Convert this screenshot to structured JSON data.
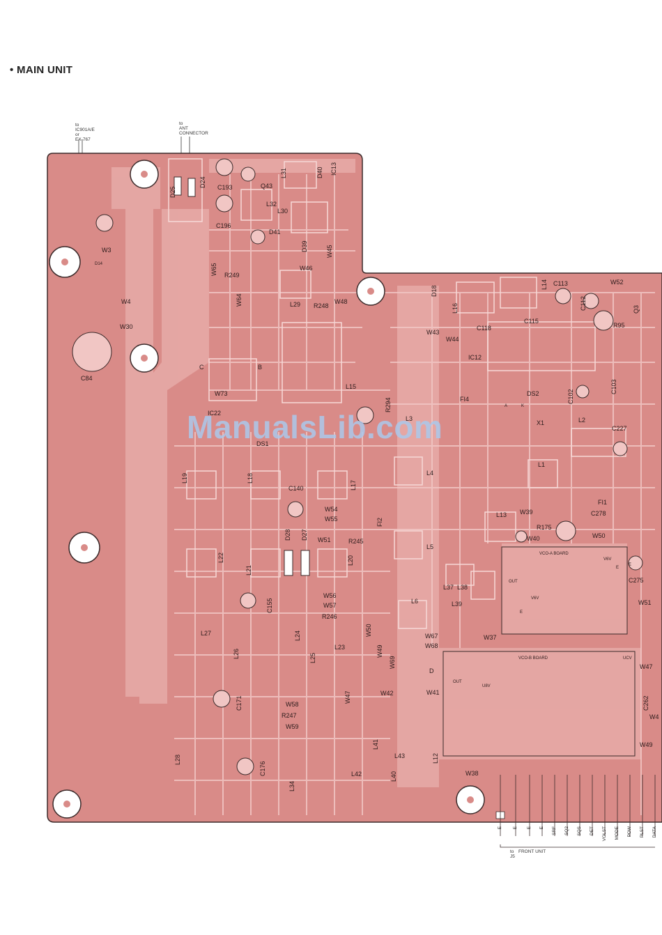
{
  "title": "• MAIN UNIT",
  "notes": {
    "ic_note": [
      "to",
      "IC901A/E",
      "or",
      "EX-767"
    ],
    "ant_note": [
      "to",
      "ANT",
      "CONNECTOR"
    ],
    "front_note": [
      "to",
      "J5",
      "FRONT UNIT"
    ]
  },
  "watermark": "ManualsLib.com",
  "components": [
    {
      "id": "c1",
      "text": "W3"
    },
    {
      "id": "c2",
      "text": "D14"
    },
    {
      "id": "c3",
      "text": "W4"
    },
    {
      "id": "c4",
      "text": "W30"
    },
    {
      "id": "c5",
      "text": "C84"
    },
    {
      "id": "c6",
      "text": "D25"
    },
    {
      "id": "c7",
      "text": "D24"
    },
    {
      "id": "c8",
      "text": "C193"
    },
    {
      "id": "c9",
      "text": "Q43"
    },
    {
      "id": "c10",
      "text": "L31"
    },
    {
      "id": "c11",
      "text": "D40"
    },
    {
      "id": "c12",
      "text": "IC13"
    },
    {
      "id": "c13",
      "text": "C196"
    },
    {
      "id": "c14",
      "text": "L32"
    },
    {
      "id": "c15",
      "text": "L30"
    },
    {
      "id": "c16",
      "text": "D41"
    },
    {
      "id": "c17",
      "text": "W65"
    },
    {
      "id": "c18",
      "text": "R249"
    },
    {
      "id": "c19",
      "text": "D39"
    },
    {
      "id": "c20",
      "text": "W45"
    },
    {
      "id": "c21",
      "text": "W46"
    },
    {
      "id": "c22",
      "text": "W64"
    },
    {
      "id": "c23",
      "text": "L29"
    },
    {
      "id": "c24",
      "text": "R248"
    },
    {
      "id": "c25",
      "text": "W48"
    },
    {
      "id": "c26",
      "text": "C"
    },
    {
      "id": "c27",
      "text": "B"
    },
    {
      "id": "c28",
      "text": "W73"
    },
    {
      "id": "c29",
      "text": "L15"
    },
    {
      "id": "c30",
      "text": "IC22"
    },
    {
      "id": "c31",
      "text": "R294"
    },
    {
      "id": "c32",
      "text": "L3"
    },
    {
      "id": "c33",
      "text": "DS1"
    },
    {
      "id": "c34",
      "text": "L19"
    },
    {
      "id": "c35",
      "text": "L18"
    },
    {
      "id": "c36",
      "text": "C140"
    },
    {
      "id": "c37",
      "text": "L17"
    },
    {
      "id": "c38",
      "text": "L4"
    },
    {
      "id": "c39",
      "text": "W54"
    },
    {
      "id": "c40",
      "text": "W55"
    },
    {
      "id": "c41",
      "text": "D28"
    },
    {
      "id": "c42",
      "text": "D27"
    },
    {
      "id": "c43",
      "text": "W51"
    },
    {
      "id": "c44",
      "text": "R245"
    },
    {
      "id": "c45",
      "text": "FI2"
    },
    {
      "id": "c46",
      "text": "L5"
    },
    {
      "id": "c47",
      "text": "L22"
    },
    {
      "id": "c48",
      "text": "L21"
    },
    {
      "id": "c49",
      "text": "L20"
    },
    {
      "id": "c50",
      "text": "C155"
    },
    {
      "id": "c51",
      "text": "W56"
    },
    {
      "id": "c52",
      "text": "W57"
    },
    {
      "id": "c53",
      "text": "R246"
    },
    {
      "id": "c54",
      "text": "L6"
    },
    {
      "id": "c55",
      "text": "L27"
    },
    {
      "id": "c56",
      "text": "L26"
    },
    {
      "id": "c57",
      "text": "L24"
    },
    {
      "id": "c58",
      "text": "L25"
    },
    {
      "id": "c59",
      "text": "L23"
    },
    {
      "id": "c60",
      "text": "W50"
    },
    {
      "id": "c61",
      "text": "W49"
    },
    {
      "id": "c62",
      "text": "W69"
    },
    {
      "id": "c63",
      "text": "W67"
    },
    {
      "id": "c64",
      "text": "W68"
    },
    {
      "id": "c65",
      "text": "D"
    },
    {
      "id": "c66",
      "text": "W42"
    },
    {
      "id": "c67",
      "text": "W41"
    },
    {
      "id": "c68",
      "text": "C171"
    },
    {
      "id": "c69",
      "text": "W58"
    },
    {
      "id": "c70",
      "text": "R247"
    },
    {
      "id": "c71",
      "text": "W59"
    },
    {
      "id": "c72",
      "text": "W47"
    },
    {
      "id": "c73",
      "text": "L28"
    },
    {
      "id": "c74",
      "text": "C176"
    },
    {
      "id": "c75",
      "text": "L34"
    },
    {
      "id": "c76",
      "text": "L41"
    },
    {
      "id": "c77",
      "text": "L42"
    },
    {
      "id": "c78",
      "text": "L43"
    },
    {
      "id": "c79",
      "text": "L40"
    },
    {
      "id": "c80",
      "text": "L12"
    },
    {
      "id": "c81",
      "text": "W38"
    },
    {
      "id": "c82",
      "text": "D18"
    },
    {
      "id": "c83",
      "text": "L16"
    },
    {
      "id": "c84",
      "text": "W43"
    },
    {
      "id": "c85",
      "text": "W44"
    },
    {
      "id": "c86",
      "text": "C118"
    },
    {
      "id": "c87",
      "text": "L14"
    },
    {
      "id": "c88",
      "text": "C113"
    },
    {
      "id": "c89",
      "text": "C115"
    },
    {
      "id": "c90",
      "text": "C112"
    },
    {
      "id": "c91",
      "text": "W52"
    },
    {
      "id": "c92",
      "text": "Q3"
    },
    {
      "id": "c93",
      "text": "R95"
    },
    {
      "id": "c94",
      "text": "IC12"
    },
    {
      "id": "c95",
      "text": "FI4"
    },
    {
      "id": "c96",
      "text": "DS2"
    },
    {
      "id": "c97",
      "text": "A"
    },
    {
      "id": "c98",
      "text": "K"
    },
    {
      "id": "c99",
      "text": "C102"
    },
    {
      "id": "c100",
      "text": "C103"
    },
    {
      "id": "c101",
      "text": "X1"
    },
    {
      "id": "c102",
      "text": "L2"
    },
    {
      "id": "c103",
      "text": "C227"
    },
    {
      "id": "c104",
      "text": "L1"
    },
    {
      "id": "c105",
      "text": "FI1"
    },
    {
      "id": "c106",
      "text": "L13"
    },
    {
      "id": "c107",
      "text": "W39"
    },
    {
      "id": "c108",
      "text": "W40"
    },
    {
      "id": "c109",
      "text": "R175"
    },
    {
      "id": "c110",
      "text": "C278"
    },
    {
      "id": "c111",
      "text": "W50"
    },
    {
      "id": "c112",
      "text": "VCO-A BOARD"
    },
    {
      "id": "c113",
      "text": "OUT"
    },
    {
      "id": "c114",
      "text": "V6V"
    },
    {
      "id": "c115",
      "text": "E"
    },
    {
      "id": "c116",
      "text": "C275"
    },
    {
      "id": "c117",
      "text": "L37"
    },
    {
      "id": "c118",
      "text": "L38"
    },
    {
      "id": "c119",
      "text": "L39"
    },
    {
      "id": "c120",
      "text": "W37"
    },
    {
      "id": "c121",
      "text": "W51"
    },
    {
      "id": "c122",
      "text": "VCO-B BOARD"
    },
    {
      "id": "c123",
      "text": "OUT"
    },
    {
      "id": "c124",
      "text": "U8V"
    },
    {
      "id": "c125",
      "text": "UCV"
    },
    {
      "id": "c126",
      "text": "W47"
    },
    {
      "id": "c127",
      "text": "C262"
    },
    {
      "id": "c128",
      "text": "W49"
    },
    {
      "id": "c129",
      "text": "E"
    },
    {
      "id": "c130",
      "text": "V6V"
    },
    {
      "id": "c131",
      "text": "E"
    },
    {
      "id": "c132",
      "text": "W4"
    }
  ],
  "connector_pins": [
    "E",
    "E",
    "E",
    "E",
    "SRF",
    "SQ2",
    "SQS",
    "DET",
    "VOLST",
    "MODE",
    "POW",
    "PLST",
    "DATA"
  ]
}
